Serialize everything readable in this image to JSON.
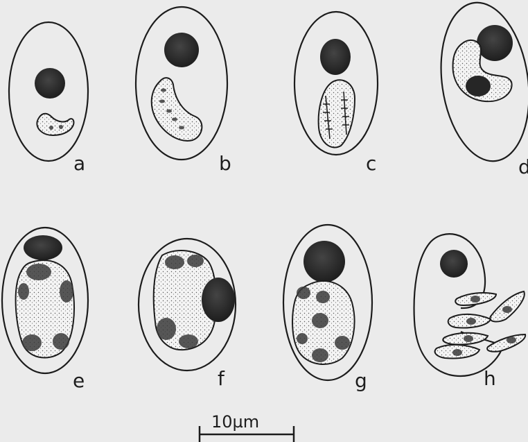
{
  "figure": {
    "panel_labels": [
      "a",
      "b",
      "c",
      "d",
      "e",
      "f",
      "g",
      "h"
    ],
    "scale_bar_label": "10µm"
  }
}
